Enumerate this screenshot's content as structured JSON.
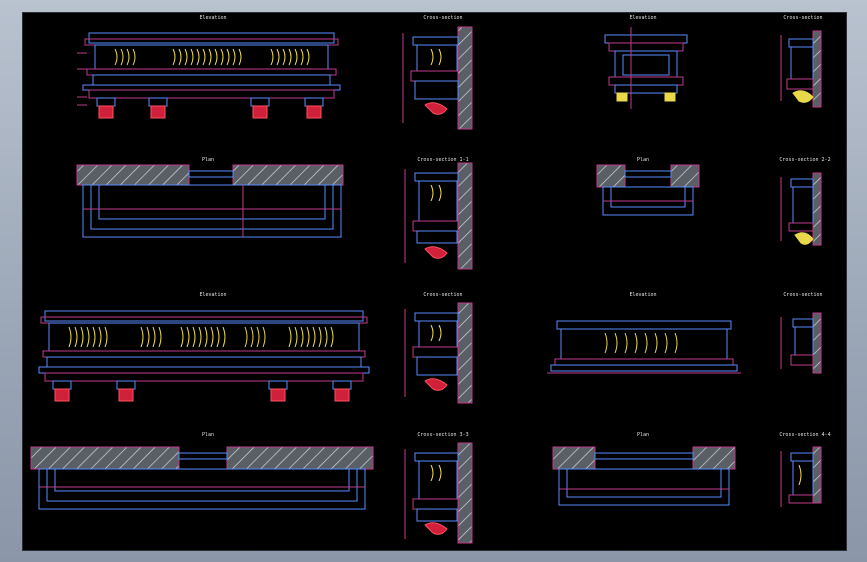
{
  "drawing": {
    "colors": {
      "background": "#000000",
      "outline": "#5b8cff",
      "frame": "#c03a8a",
      "ornament": "#e8d84a",
      "bracket": "#d0203a",
      "hatch": "#9aa0a8",
      "text": "#e6e6e6",
      "frame_bg": "#9aa6b6"
    },
    "labels": {
      "elev1": "Elevation",
      "sec1": "Cross-section",
      "elev2": "Elevation",
      "sec2": "Cross-section",
      "plan1": "Plan",
      "sec11": "Cross-section 1-1",
      "plan2": "Plan",
      "sec22": "Cross-section 2-2",
      "elev3": "Elevation",
      "sec3": "Cross-section",
      "elev4": "Elevation",
      "sec4": "Cross-section",
      "plan3": "Plan",
      "sec33": "Cross-section 3-3",
      "plan4": "Plan",
      "sec44": "Cross-section 4-4"
    }
  }
}
